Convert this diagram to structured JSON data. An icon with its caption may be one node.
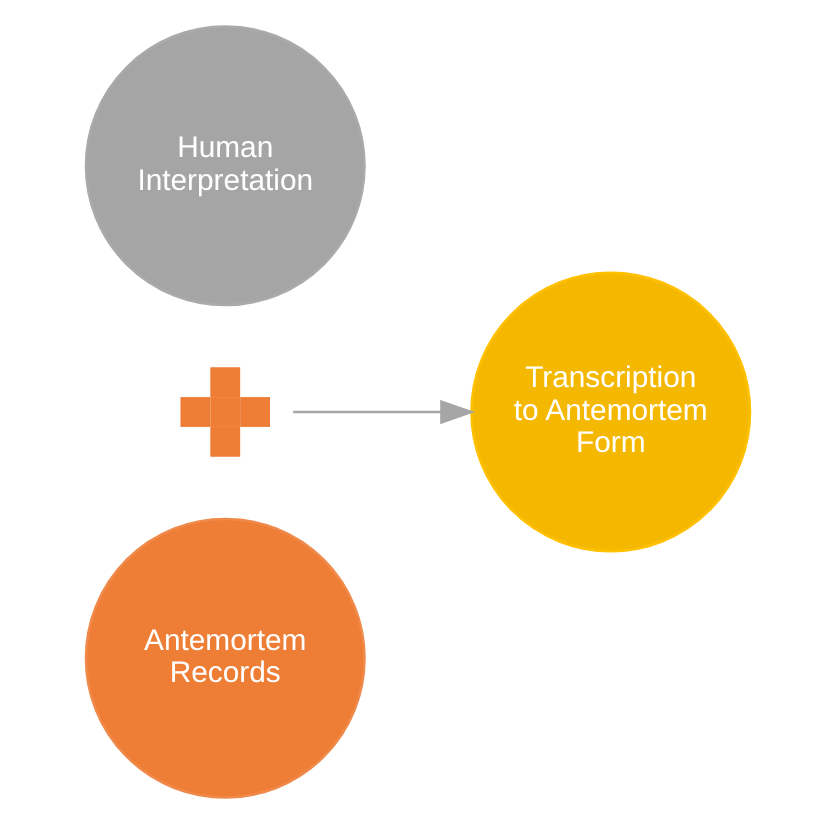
{
  "diagram": {
    "nodes": [
      {
        "text": [
          "Antemortem Records"
        ]
      },
      {
        "text": [],
        "shape": "plus"
      },
      {
        "text": [
          "Transcription to Antemortem Form"
        ]
      },
      {
        "text": [
          "Human Interpretation"
        ]
      }
    ],
    "edges": [
      {
        "from": 1,
        "to": 2,
        "arrow": "to"
      }
    ]
  }
}
